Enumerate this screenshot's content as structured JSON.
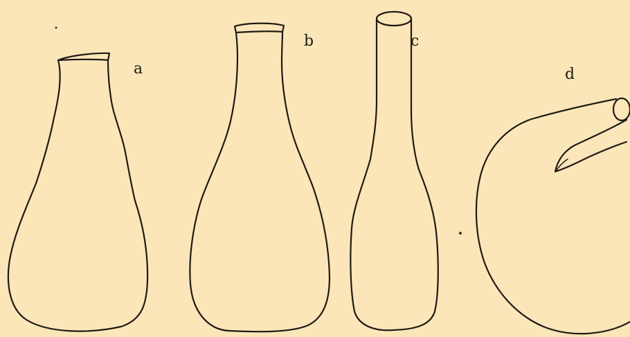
{
  "figure": {
    "labels": {
      "a": "a",
      "b": "b",
      "c": "c",
      "d": "d"
    }
  },
  "colors": {
    "paper": "#fbe6b9",
    "ink": "#1e1a14"
  },
  "vessels": [
    {
      "id": "a",
      "shape": "bottle-short-neck"
    },
    {
      "id": "b",
      "shape": "bottle-long-neck"
    },
    {
      "id": "c",
      "shape": "bottle-tall-cylindrical-neck"
    },
    {
      "id": "d",
      "shape": "gourd-curved-neck"
    }
  ]
}
